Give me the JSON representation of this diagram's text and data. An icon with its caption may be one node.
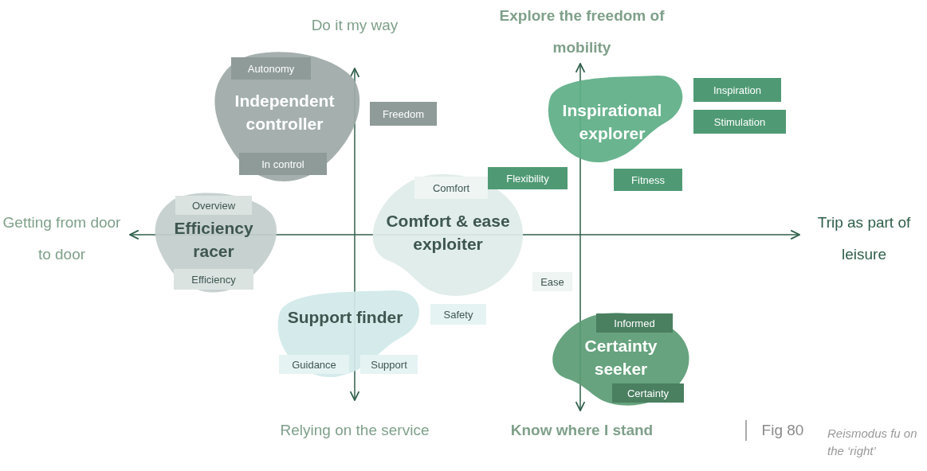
{
  "diagram": {
    "caption": "Reismodus fu on the ‘right’",
    "nodes": [
      {
        "text": [
          "Independent controller"
        ]
      },
      {
        "text": [
          "Autonomy"
        ],
        "in": 0
      },
      {
        "text": [
          "In control"
        ],
        "in": 0
      },
      {
        "text": [
          "Freedom"
        ]
      },
      {
        "text": [
          "Inspirational explorer"
        ]
      },
      {
        "text": [
          "Flexibility"
        ]
      },
      {
        "text": [
          "Inspiration"
        ]
      },
      {
        "text": [
          "Stimulation"
        ]
      },
      {
        "text": [
          "Fitness"
        ]
      },
      {
        "text": [
          "Efficiency racer"
        ]
      },
      {
        "text": [
          "Overview"
        ],
        "in": 9
      },
      {
        "text": [
          "Efficiency"
        ],
        "in": 9
      },
      {
        "text": [
          "Comfort & ease exploiter"
        ]
      },
      {
        "text": [
          "Comfort"
        ],
        "in": 12
      },
      {
        "text": [
          "Ease"
        ]
      },
      {
        "text": [
          "Support finder"
        ]
      },
      {
        "text": [
          "Guidance"
        ],
        "in": 15
      },
      {
        "text": [
          "Support"
        ],
        "in": 15
      },
      {
        "text": [
          "Safety"
        ]
      },
      {
        "text": [
          "Certainty seeker"
        ]
      },
      {
        "text": [
          "Informed"
        ],
        "in": 19
      },
      {
        "text": [
          "Certainty"
        ],
        "in": 19
      }
    ],
    "labels": [
      "Do it my way",
      "Explore the freedom of mobility",
      "Getting from door to door",
      "Trip as part of leisure",
      "Relying on the service",
      "Know where I stand",
      "Fig 80"
    ]
  }
}
